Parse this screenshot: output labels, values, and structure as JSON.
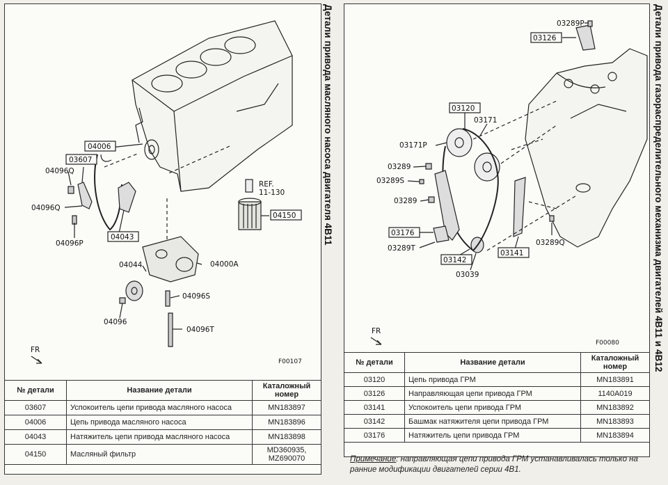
{
  "left": {
    "title": "Детали привода масляного насоса двигателя 4B11",
    "figure_code": "F00107",
    "direction": "FR",
    "labels": {
      "l04006": "04006",
      "l03607": "03607",
      "l04096q_a": "04096Q",
      "l04096q_b": "04096Q",
      "l04096p": "04096P",
      "l04043": "04043",
      "l04044": "04044",
      "l04000a": "04000A",
      "l04096s": "04096S",
      "l04096t": "04096T",
      "l04096": "04096",
      "lref": "REF.",
      "lref2": "11-130",
      "l04150": "04150"
    },
    "table": {
      "headers": [
        "№ детали",
        "Название детали",
        "Каталожный номер"
      ],
      "rows": [
        {
          "num": "03607",
          "name": "Успокоитель цепи привода масляного насоса",
          "cat": "MN183897"
        },
        {
          "num": "04006",
          "name": "Цепь привода масляного насоса",
          "cat": "MN183896"
        },
        {
          "num": "04043",
          "name": "Натяжитель цепи привода масляного насоса",
          "cat": "MN183898"
        },
        {
          "num": "04150",
          "name": "Масляный фильтр",
          "cat": "MD360935, MZ690070"
        }
      ]
    }
  },
  "right": {
    "title": "Детали привода газораспределительного механизма двигателей 4B11 и 4B12",
    "figure_code": "F00080",
    "direction": "FR",
    "labels": {
      "r03289p": "03289P",
      "r03126": "03126",
      "r03120": "03120",
      "r03171": "03171",
      "r03171p": "03171P",
      "r03289a": "03289",
      "r03289s": "03289S",
      "r03289b": "03289",
      "r03176": "03176",
      "r03289t": "03289T",
      "r03142": "03142",
      "r03039": "03039",
      "r03141": "03141",
      "r03289q": "03289Q"
    },
    "table": {
      "headers": [
        "№ детали",
        "Название детали",
        "Каталожный номер"
      ],
      "rows": [
        {
          "num": "03120",
          "name": "Цепь привода ГРМ",
          "cat": "MN183891"
        },
        {
          "num": "03126",
          "name": "Направляющая цепи привода ГРМ",
          "cat": "1140A019"
        },
        {
          "num": "03141",
          "name": "Успокоитель цепи привода ГРМ",
          "cat": "MN183892"
        },
        {
          "num": "03142",
          "name": "Башмак натяжителя цепи привода ГРМ",
          "cat": "MN183893"
        },
        {
          "num": "03176",
          "name": "Натяжитель цепи привода ГРМ",
          "cat": "MN183894"
        }
      ]
    },
    "note_label": "Примечание",
    "note_text": ": направляющая цепи привода ГРМ устанавливалась только на ранние модификации двигателей серии 4B1."
  }
}
